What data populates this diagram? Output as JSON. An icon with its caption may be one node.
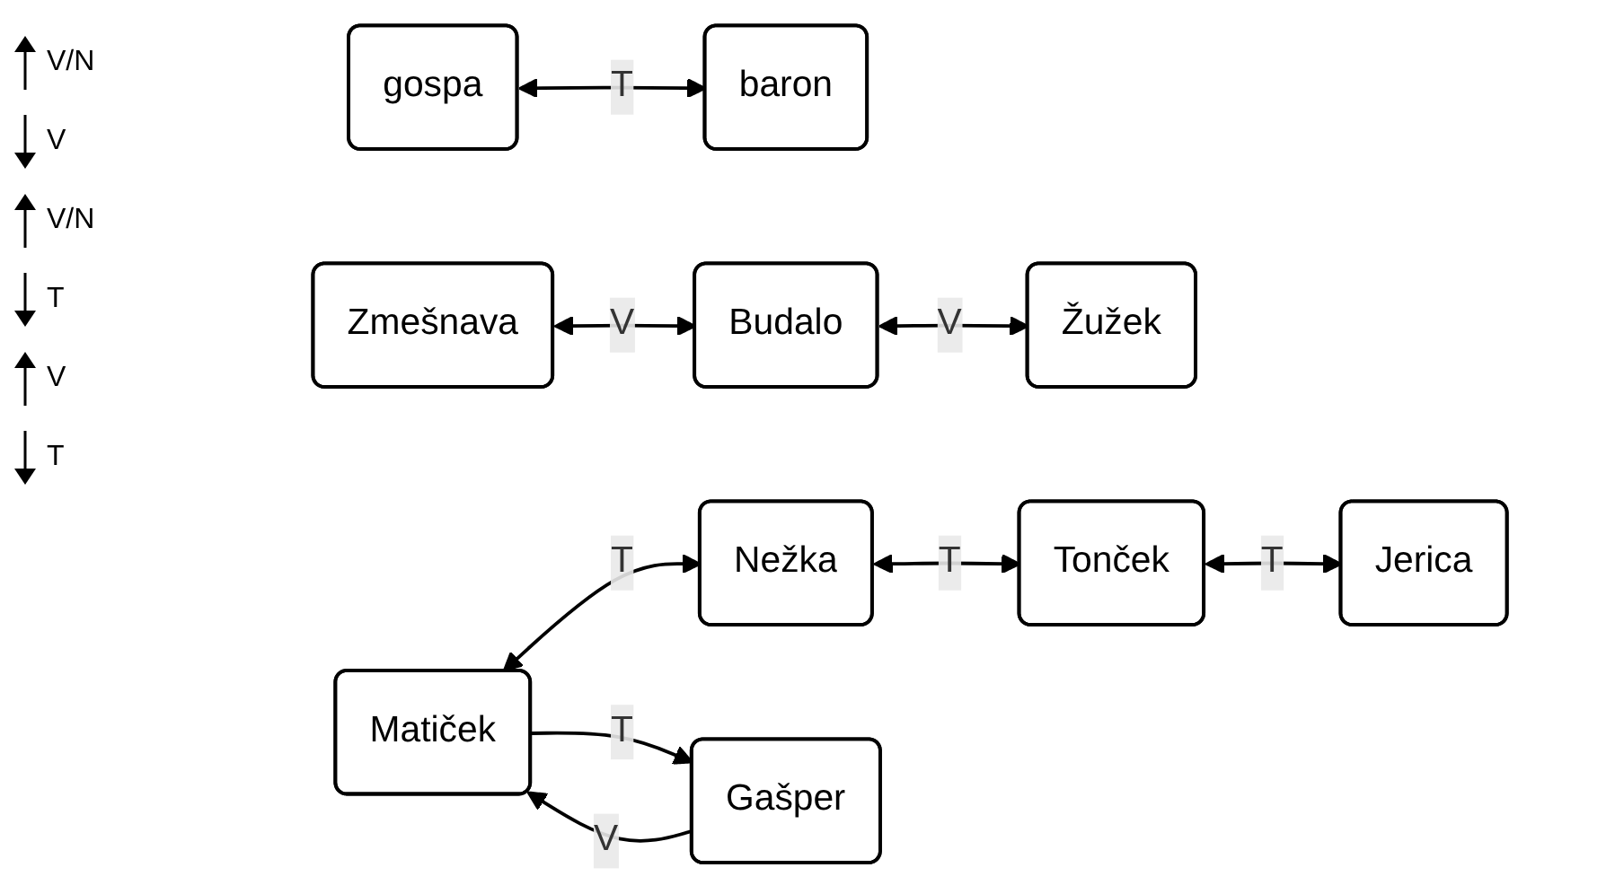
{
  "diagram": {
    "nodes": [
      {
        "text": [
          "gospa"
        ]
      },
      {
        "text": [
          "baron"
        ]
      },
      {
        "text": [
          "Zmešnava"
        ]
      },
      {
        "text": [
          "Budalo"
        ]
      },
      {
        "text": [
          "Žužek"
        ]
      },
      {
        "text": [
          "Matiček"
        ]
      },
      {
        "text": [
          "Nežka"
        ]
      },
      {
        "text": [
          "Tonček"
        ]
      },
      {
        "text": [
          "Jerica"
        ]
      },
      {
        "text": [
          "Gašper"
        ]
      }
    ],
    "edges": [
      {
        "from": 0,
        "to": 1,
        "arrow": "both",
        "label": "T"
      },
      {
        "from": 2,
        "to": 3,
        "arrow": "both",
        "label": "V"
      },
      {
        "from": 3,
        "to": 4,
        "arrow": "both",
        "label": "V"
      },
      {
        "from": 5,
        "to": 6,
        "arrow": "both",
        "label": "T"
      },
      {
        "from": 6,
        "to": 7,
        "arrow": "both",
        "label": "T"
      },
      {
        "from": 7,
        "to": 8,
        "arrow": "both",
        "label": "T"
      },
      {
        "from": 9,
        "to": 5,
        "arrow": "to",
        "label": "V"
      },
      {
        "from": 5,
        "to": 9,
        "arrow": "to",
        "label": "T"
      }
    ],
    "labels": [
      "V/N",
      "V",
      "V/N",
      "T",
      "V",
      "T"
    ]
  }
}
